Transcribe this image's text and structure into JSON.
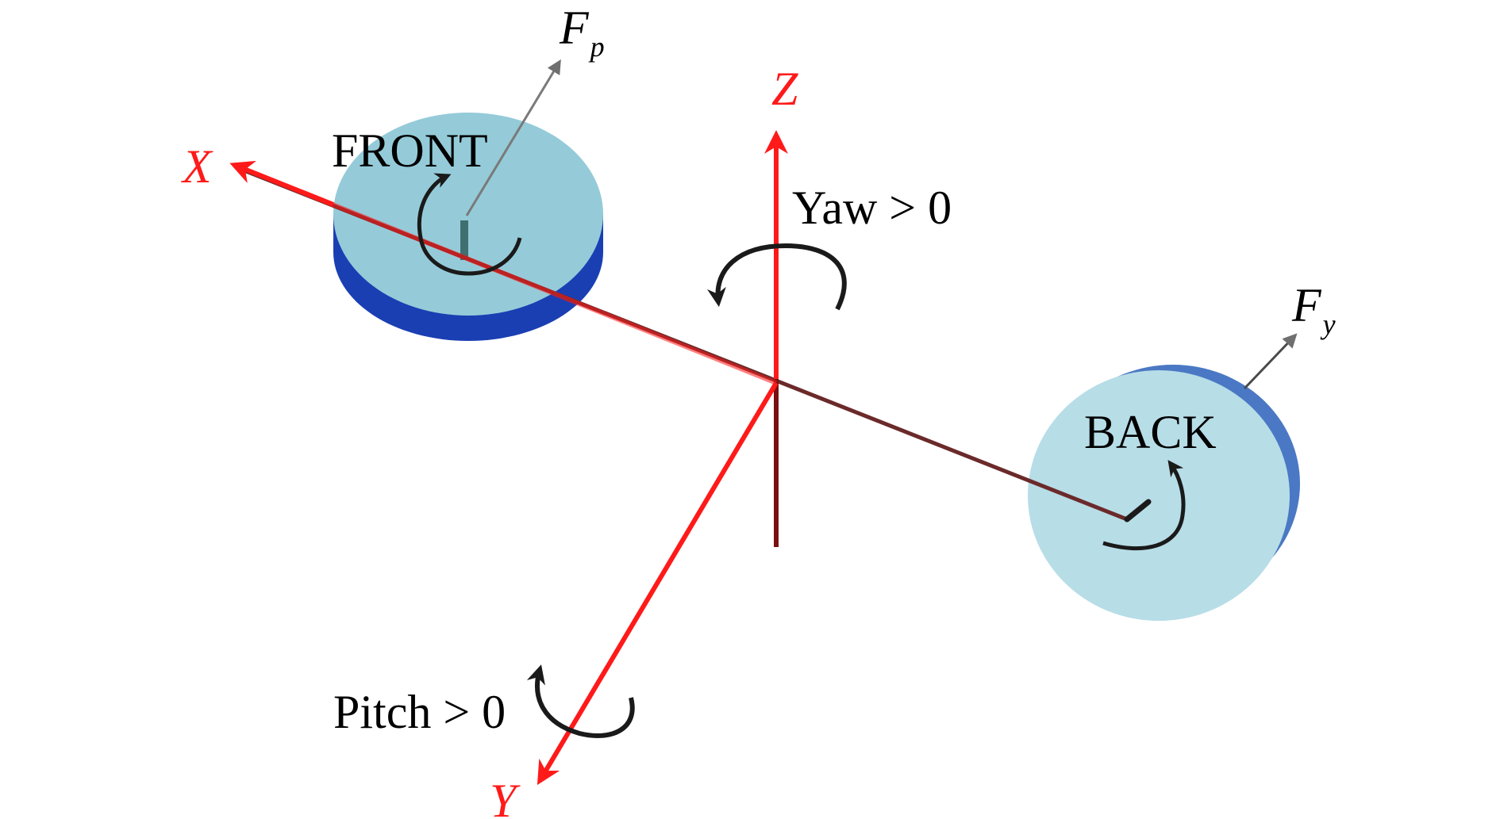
{
  "labels": {
    "x_axis": "X",
    "y_axis": "Y",
    "z_axis": "Z",
    "front": "FRONT",
    "back": "BACK",
    "yaw": "Yaw > 0",
    "pitch": "Pitch > 0",
    "force_pitch": "F",
    "force_pitch_sub": "p",
    "force_yaw": "F",
    "force_yaw_sub": "y"
  },
  "colors": {
    "axis": "#ff1a1a",
    "rod": "#6b2a2a",
    "rotor_top": "#95cbd9",
    "rotor_side": "#1a3fb3",
    "back_face": "#b7dde7",
    "back_rim": "#4a78c4",
    "force_arrow": "#7a7a7a",
    "rotation_arrow": "#1a1a1a"
  }
}
